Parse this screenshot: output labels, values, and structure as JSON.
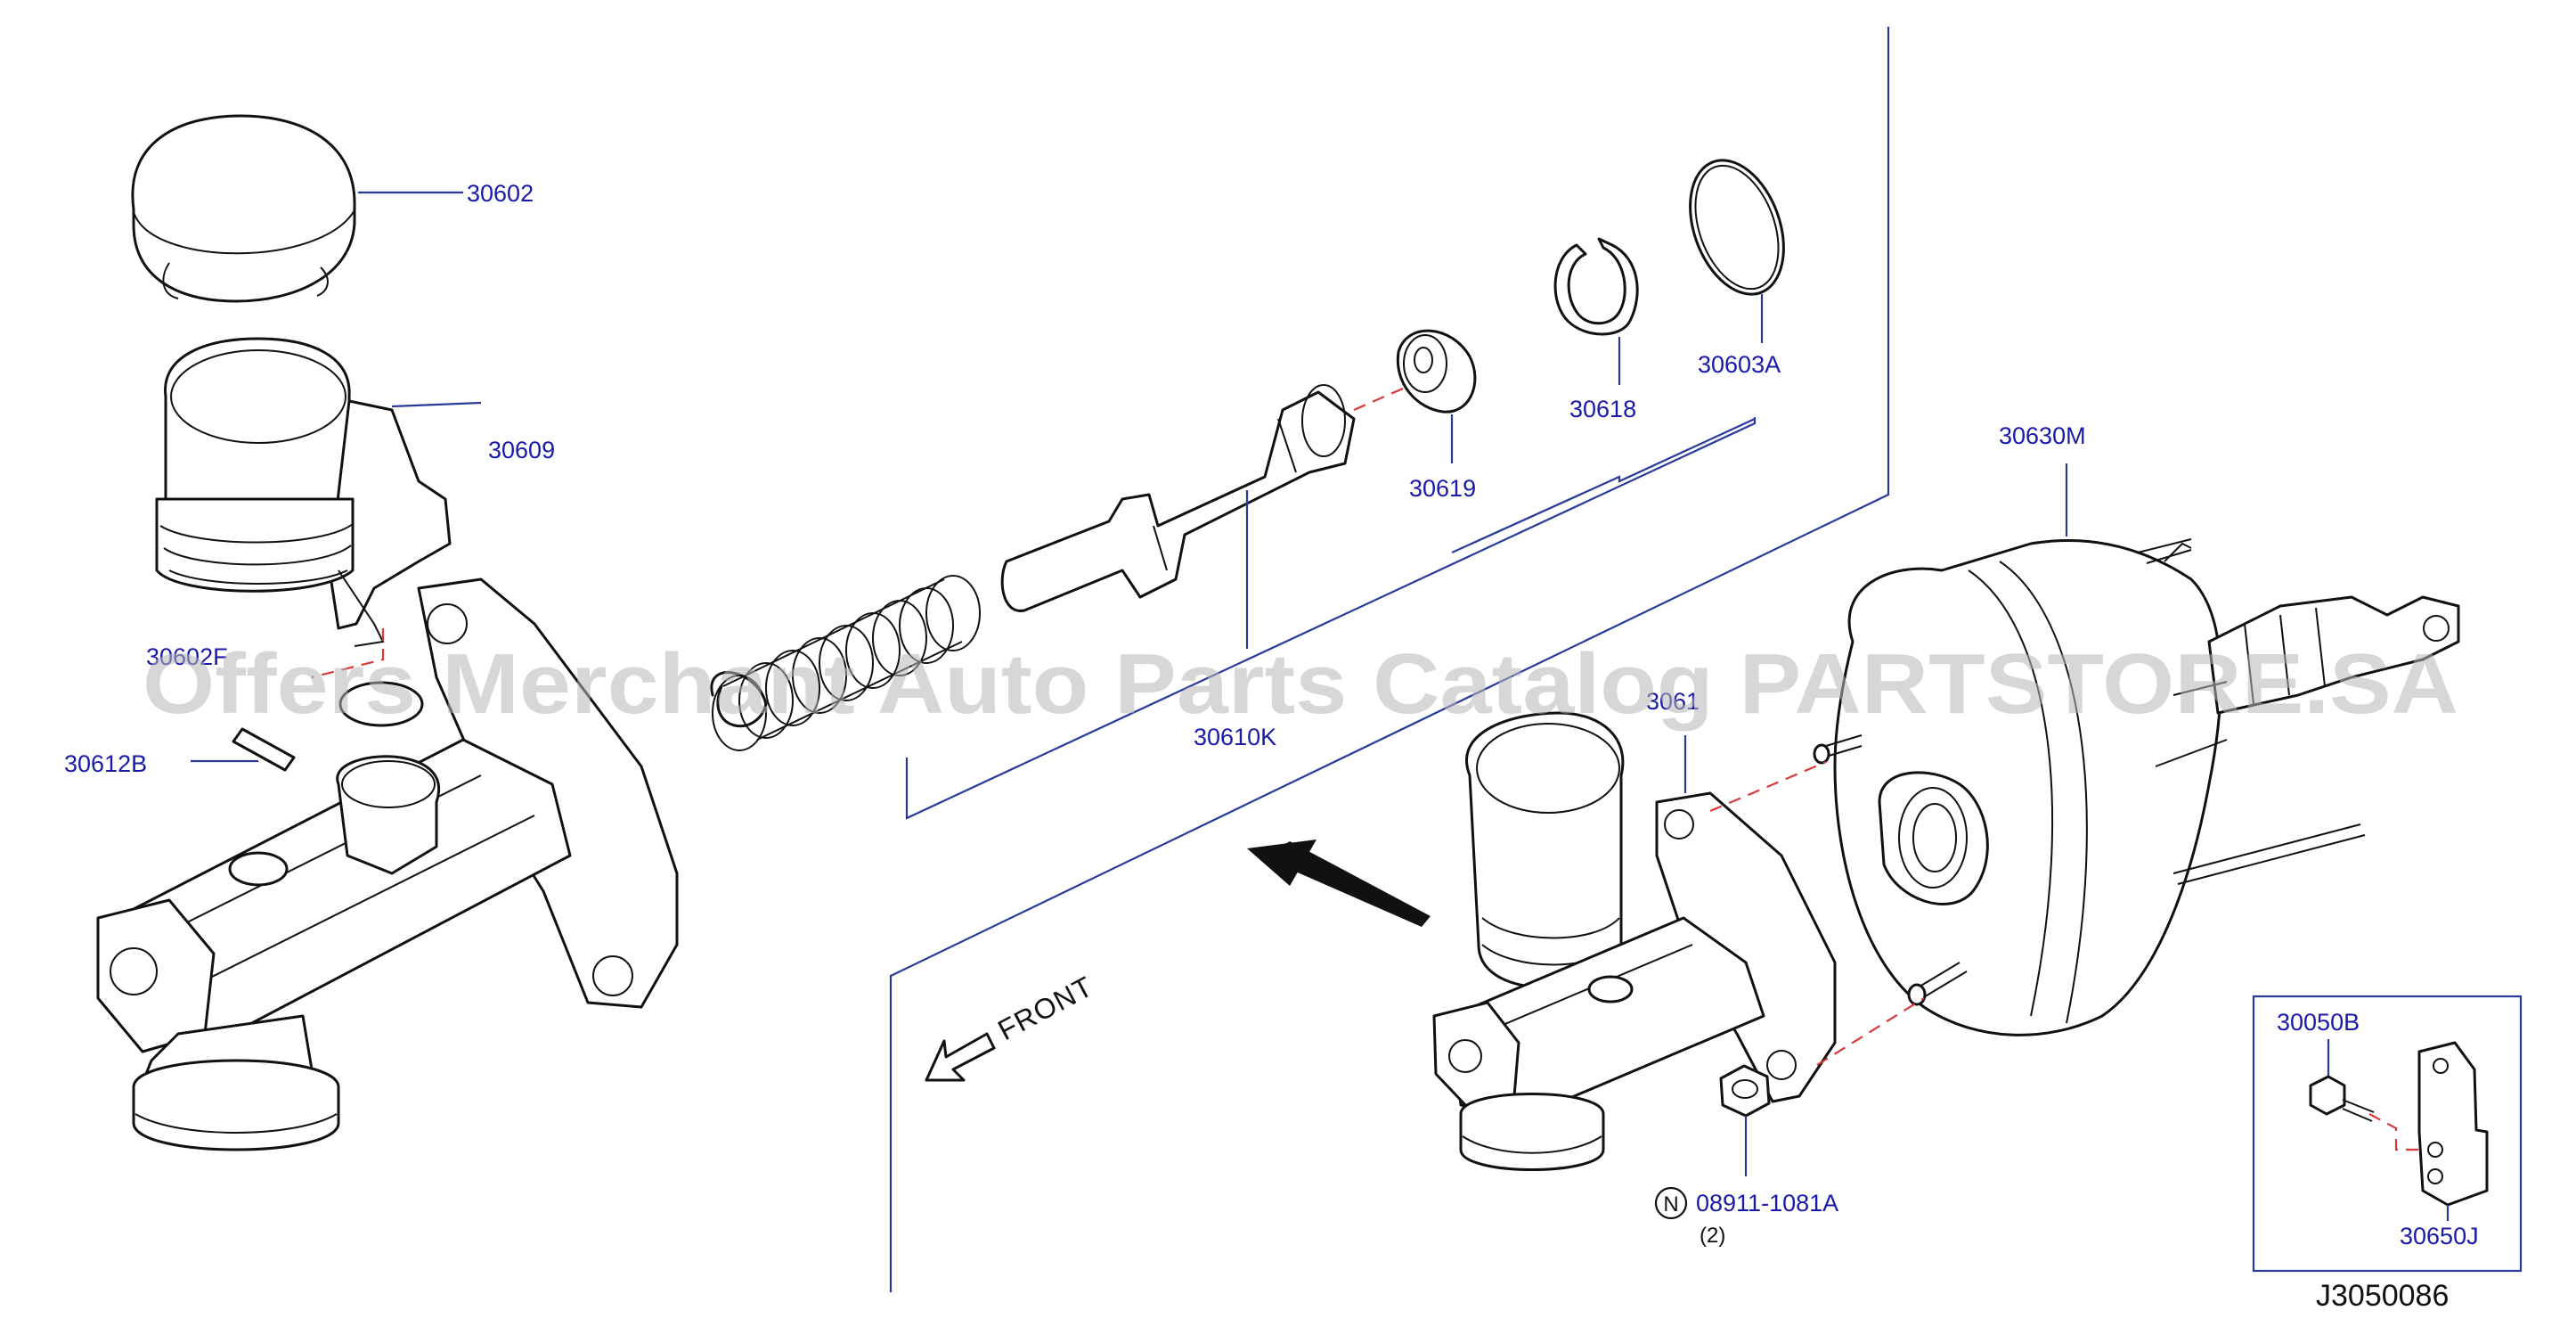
{
  "diagram": {
    "reference_code": "J3050086",
    "front_label": "FRONT",
    "watermark": "Offers Merchant Auto Parts Catalog PARTSTORE.SA",
    "parts": [
      {
        "id": "30602",
        "label": "30602"
      },
      {
        "id": "30609",
        "label": "30609"
      },
      {
        "id": "30602f",
        "label": "30602F"
      },
      {
        "id": "30612b",
        "label": "30612B"
      },
      {
        "id": "30619",
        "label": "30619"
      },
      {
        "id": "30618",
        "label": "30618"
      },
      {
        "id": "30603a",
        "label": "30603A"
      },
      {
        "id": "30610k",
        "label": "30610K"
      },
      {
        "id": "30630m",
        "label": "30630M"
      },
      {
        "id": "3061x",
        "label": "3061"
      },
      {
        "id": "30050b",
        "label": "30050B"
      },
      {
        "id": "30650j",
        "label": "30650J"
      },
      {
        "id": "08911",
        "label": "08911-1081A",
        "prefix": "N",
        "quantity": "(2)"
      }
    ]
  }
}
